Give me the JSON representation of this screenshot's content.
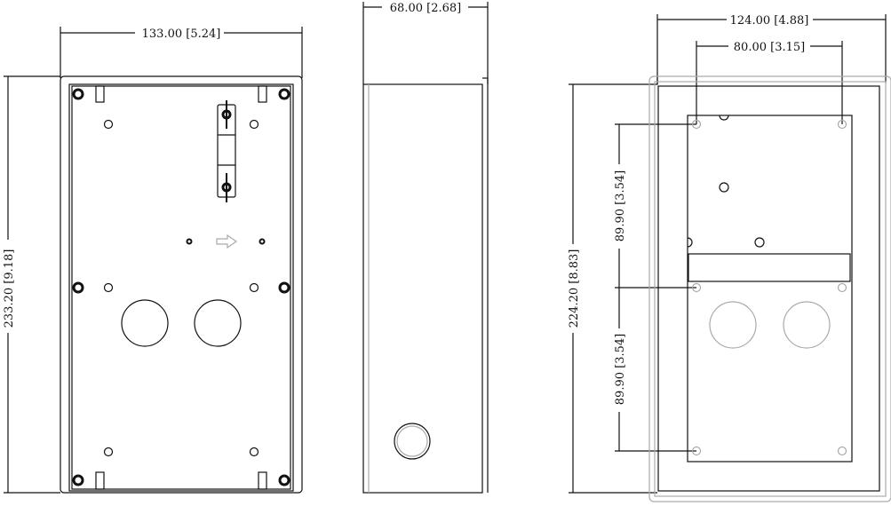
{
  "views": {
    "front": {
      "width_label": "133.00 [5.24]",
      "height_label": "233.20 [9.18]"
    },
    "side": {
      "depth_label": "68.00 [2.68]"
    },
    "back": {
      "width_label": "124.00 [4.88]",
      "hole_spacing_label": "80.00 [3.15]",
      "height_label": "224.20 [8.83]",
      "upper_spacing_label": "89.90 [3.54]",
      "lower_spacing_label": "89.90 [3.54]"
    }
  }
}
